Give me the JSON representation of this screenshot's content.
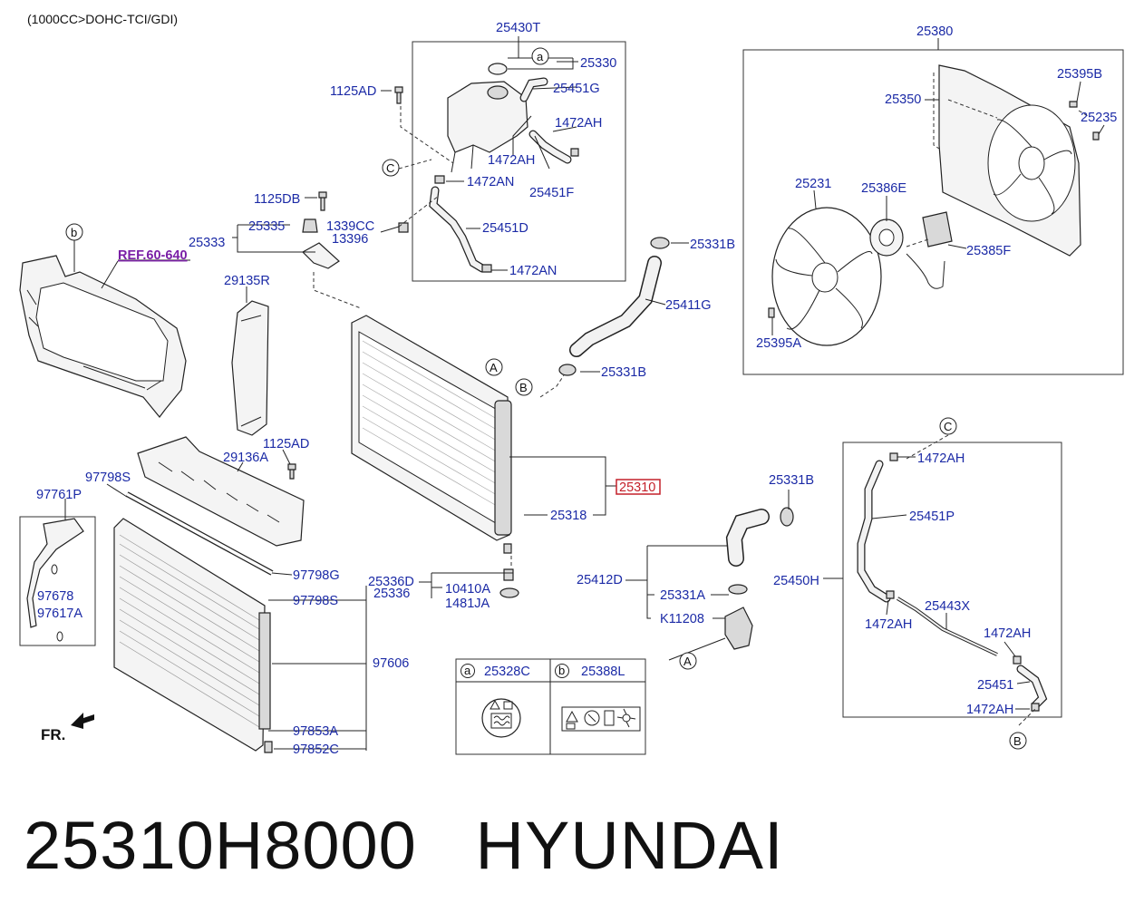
{
  "header": {
    "engine_note": "(1000CC>DOHC-TCI/GDI)"
  },
  "direction_label": "FR.",
  "reference_label": "REF.60-640",
  "highlighted_part": "25310",
  "part_labels": [
    "25430T",
    "25330",
    "25451G",
    "1125AD",
    "1472AH",
    "1472AH",
    "1472AN",
    "25451F",
    "1125DB",
    "25335",
    "1339CC",
    "13396",
    "25333",
    "25451D",
    "1472AN",
    "25380",
    "25395B",
    "25350",
    "25235",
    "25231",
    "25386E",
    "25385F",
    "25395A",
    "25331B",
    "25411G",
    "25331B",
    "29135R",
    "29136A",
    "1125AD",
    "97798S",
    "97761P",
    "97678",
    "97617A",
    "97798G",
    "97798S",
    "97606",
    "97853A",
    "97852C",
    "25318",
    "25336D",
    "25336",
    "10410A",
    "1481JA",
    "25331B",
    "25412D",
    "25331A",
    "K11208",
    "1472AH",
    "25451P",
    "25450H",
    "1472AH",
    "25443X",
    "1472AH",
    "25451",
    "1472AH"
  ],
  "circle_markers": [
    "a",
    "C",
    "b",
    "A",
    "B",
    "C",
    "A",
    "B"
  ],
  "legend": {
    "items": [
      {
        "marker": "a",
        "part": "25328C"
      },
      {
        "marker": "b",
        "part": "25388L"
      }
    ]
  },
  "footer": {
    "part_number": "25310H8000",
    "brand": "HYUNDAI"
  }
}
